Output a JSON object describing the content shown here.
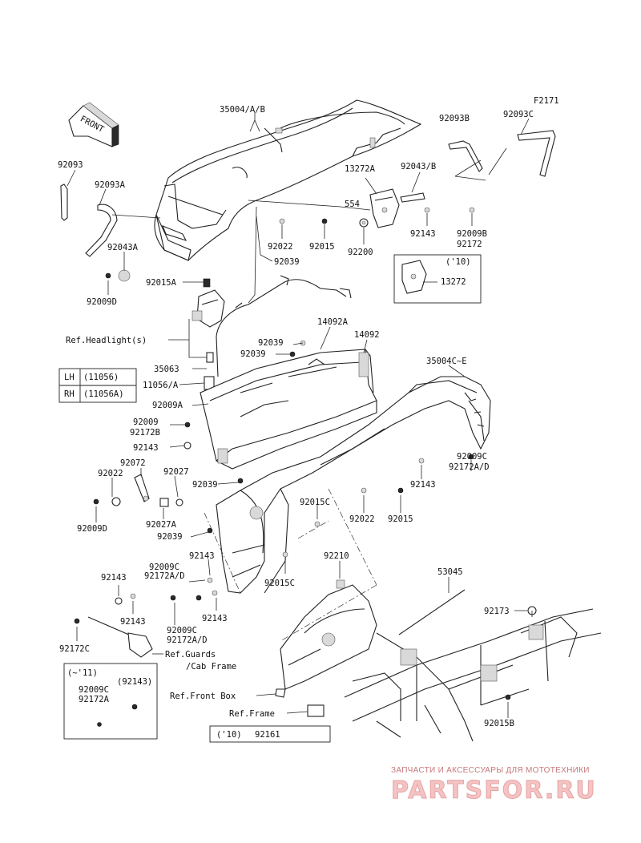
{
  "figure_id": "F2171",
  "front_label": "FRONT",
  "parts": {
    "p35004": "35004/A/B",
    "p35004c": "35004C~E",
    "p92093": "92093",
    "p92093a": "92093A",
    "p92093b": "92093B",
    "p92093c": "92093C",
    "p13272a": "13272A",
    "p92043b": "92043/B",
    "p554": "554",
    "p92143_1": "92143",
    "p92009b": "92009B",
    "p92172": "92172",
    "p92200": "92200",
    "p92022_1": "92022",
    "p92015_1": "92015",
    "p92043a": "92043A",
    "p92039_1": "92039",
    "p92009d_1": "92009D",
    "p92015a": "92015A",
    "p13272": "13272",
    "p14092a": "14092A",
    "p14092": "14092",
    "p92039_2": "92039",
    "p92039_3": "92039",
    "p35063": "35063",
    "p11056": "11056/A",
    "p92009a": "92009A",
    "p92009": "92009",
    "p92172b": "92172B",
    "p92143_2": "92143",
    "p92072": "92072",
    "p92022_2": "92022",
    "p92027": "92027",
    "p92009d_2": "92009D",
    "p92027a": "92027A",
    "p92039_4": "92039",
    "p92039_5": "92039",
    "p92015c_1": "92015C",
    "p92009c_1": "92009C",
    "p92172ad_1": "92172A/D",
    "p92143_3": "92143",
    "p92022_3": "92022",
    "p92015_2": "92015",
    "p92143_4": "92143",
    "p92009c_2": "92009C",
    "p92172ad_2": "92172A/D",
    "p92015c_2": "92015C",
    "p92210": "92210",
    "p53045": "53045",
    "p92143_5": "92143",
    "p92143_6": "92143",
    "p92143_7": "92143",
    "p92009c_3": "92009C",
    "p92172ad_3": "92172A/D",
    "p92172c": "92172C",
    "p92173": "92173",
    "p92015b": "92015B",
    "p92161": "92161",
    "p92143_box": "(92143)",
    "p92009c_box": "92009C",
    "p92172a_box": "92172A"
  },
  "refs": {
    "headlight": "Ref.Headlight(s)",
    "guards": "Ref.Guards",
    "cab_frame": "/Cab Frame",
    "front_box": "Ref.Front Box",
    "frame": "Ref.Frame"
  },
  "notes": {
    "y10_a": "('10)",
    "y10_b": "('10)",
    "y11": "(~'11)"
  },
  "table": {
    "rows": [
      {
        "side": "LH",
        "part": "(11056)"
      },
      {
        "side": "RH",
        "part": "(11056A)"
      }
    ]
  },
  "watermark": {
    "caption": "ЗАПЧАСТИ И АКСЕССУАРЫ ДЛЯ МОТОТЕХНИКИ",
    "logo": "PARTSFOR.RU"
  }
}
